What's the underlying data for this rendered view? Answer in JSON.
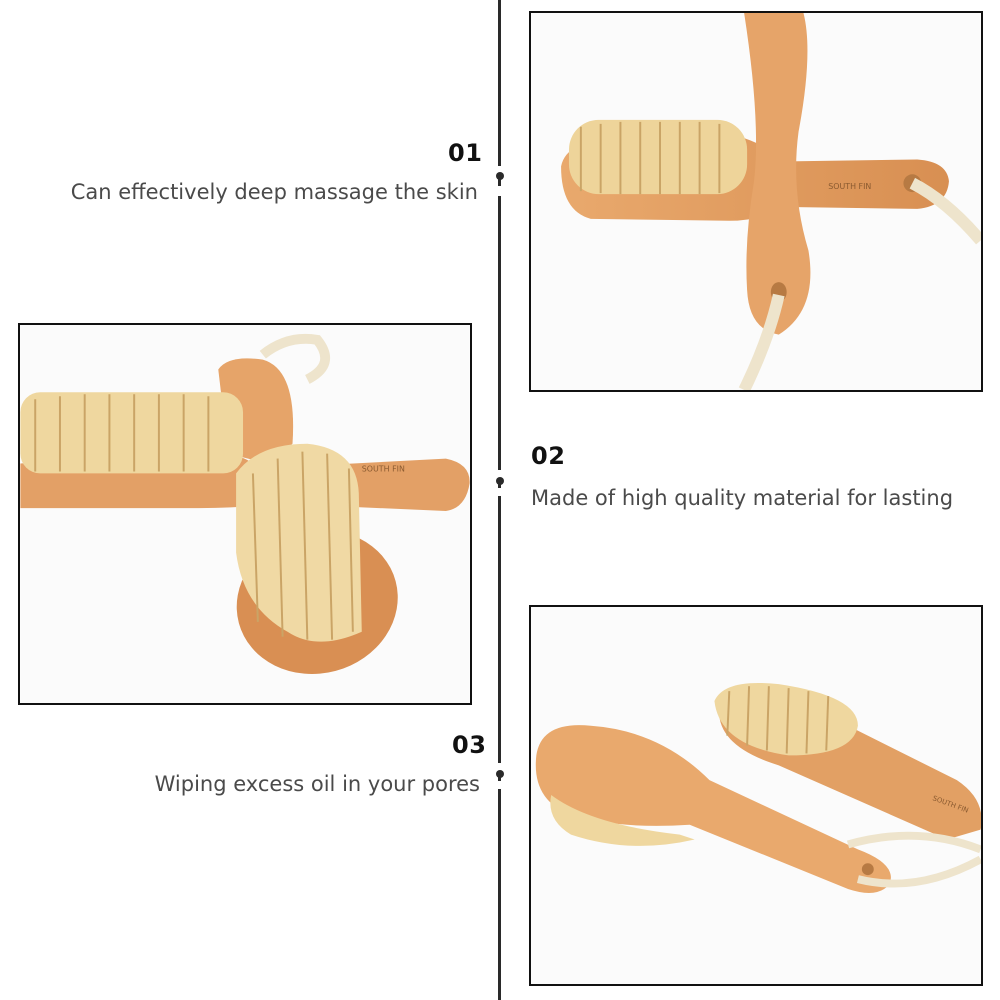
{
  "features": [
    {
      "number": "01",
      "text": "Can effectively deep massage the skin"
    },
    {
      "number": "02",
      "text": "Made of high quality material for lasting"
    },
    {
      "number": "03",
      "text": "Wiping excess oil in your pores"
    }
  ],
  "photos": [
    {
      "alt": "Two crossed wooden brushes with natural bristles and cotton rope",
      "brand_mark": "SOUTH FIN"
    },
    {
      "alt": "Wooden brushes with natural bristles arranged in a cross",
      "brand_mark": "SOUTH FIN"
    },
    {
      "alt": "Two wooden bristle brushes lying side by side with rope loop",
      "brand_mark": "SOUTH FIN"
    }
  ],
  "colors": {
    "wood": "#e7a66a",
    "wood_dark": "#c98245",
    "bristle": "#f1d9a3",
    "rope": "#eee4cc",
    "line": "#2a2a2a"
  }
}
